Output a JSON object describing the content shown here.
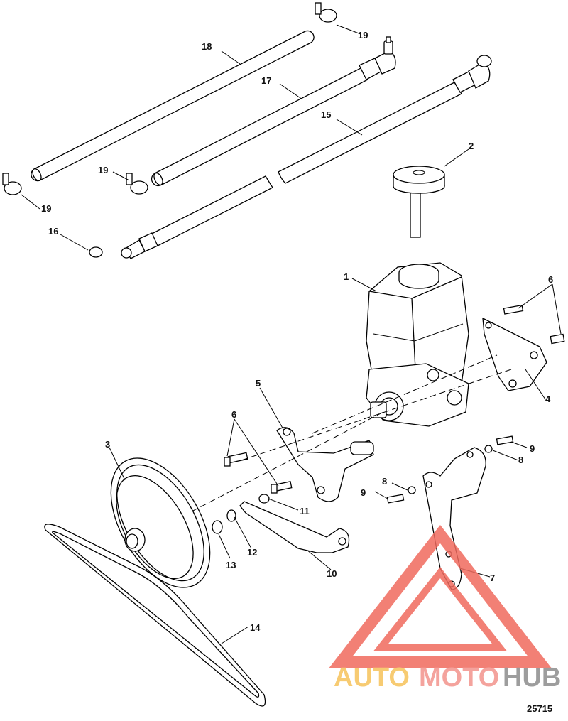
{
  "callouts": {
    "c1": "1",
    "c2": "2",
    "c3": "3",
    "c4": "4",
    "c5": "5",
    "c6a": "6",
    "c6b": "6",
    "c7": "7",
    "c8a": "8",
    "c8b": "8",
    "c9a": "9",
    "c9b": "9",
    "c10": "10",
    "c11": "11",
    "c12": "12",
    "c13": "13",
    "c14": "14",
    "c15": "15",
    "c16": "16",
    "c17": "17",
    "c18": "18",
    "c19a": "19",
    "c19b": "19",
    "c19c": "19"
  },
  "figure_id": "25715",
  "watermark": {
    "text_part1": "AUTO",
    "text_part2": "MOTO",
    "text_part3": "HUB",
    "colors": {
      "auto": "#f6c25a",
      "moto": "#f3948c",
      "hub": "#8c8c8c",
      "triangle": "#f06a5e"
    }
  }
}
